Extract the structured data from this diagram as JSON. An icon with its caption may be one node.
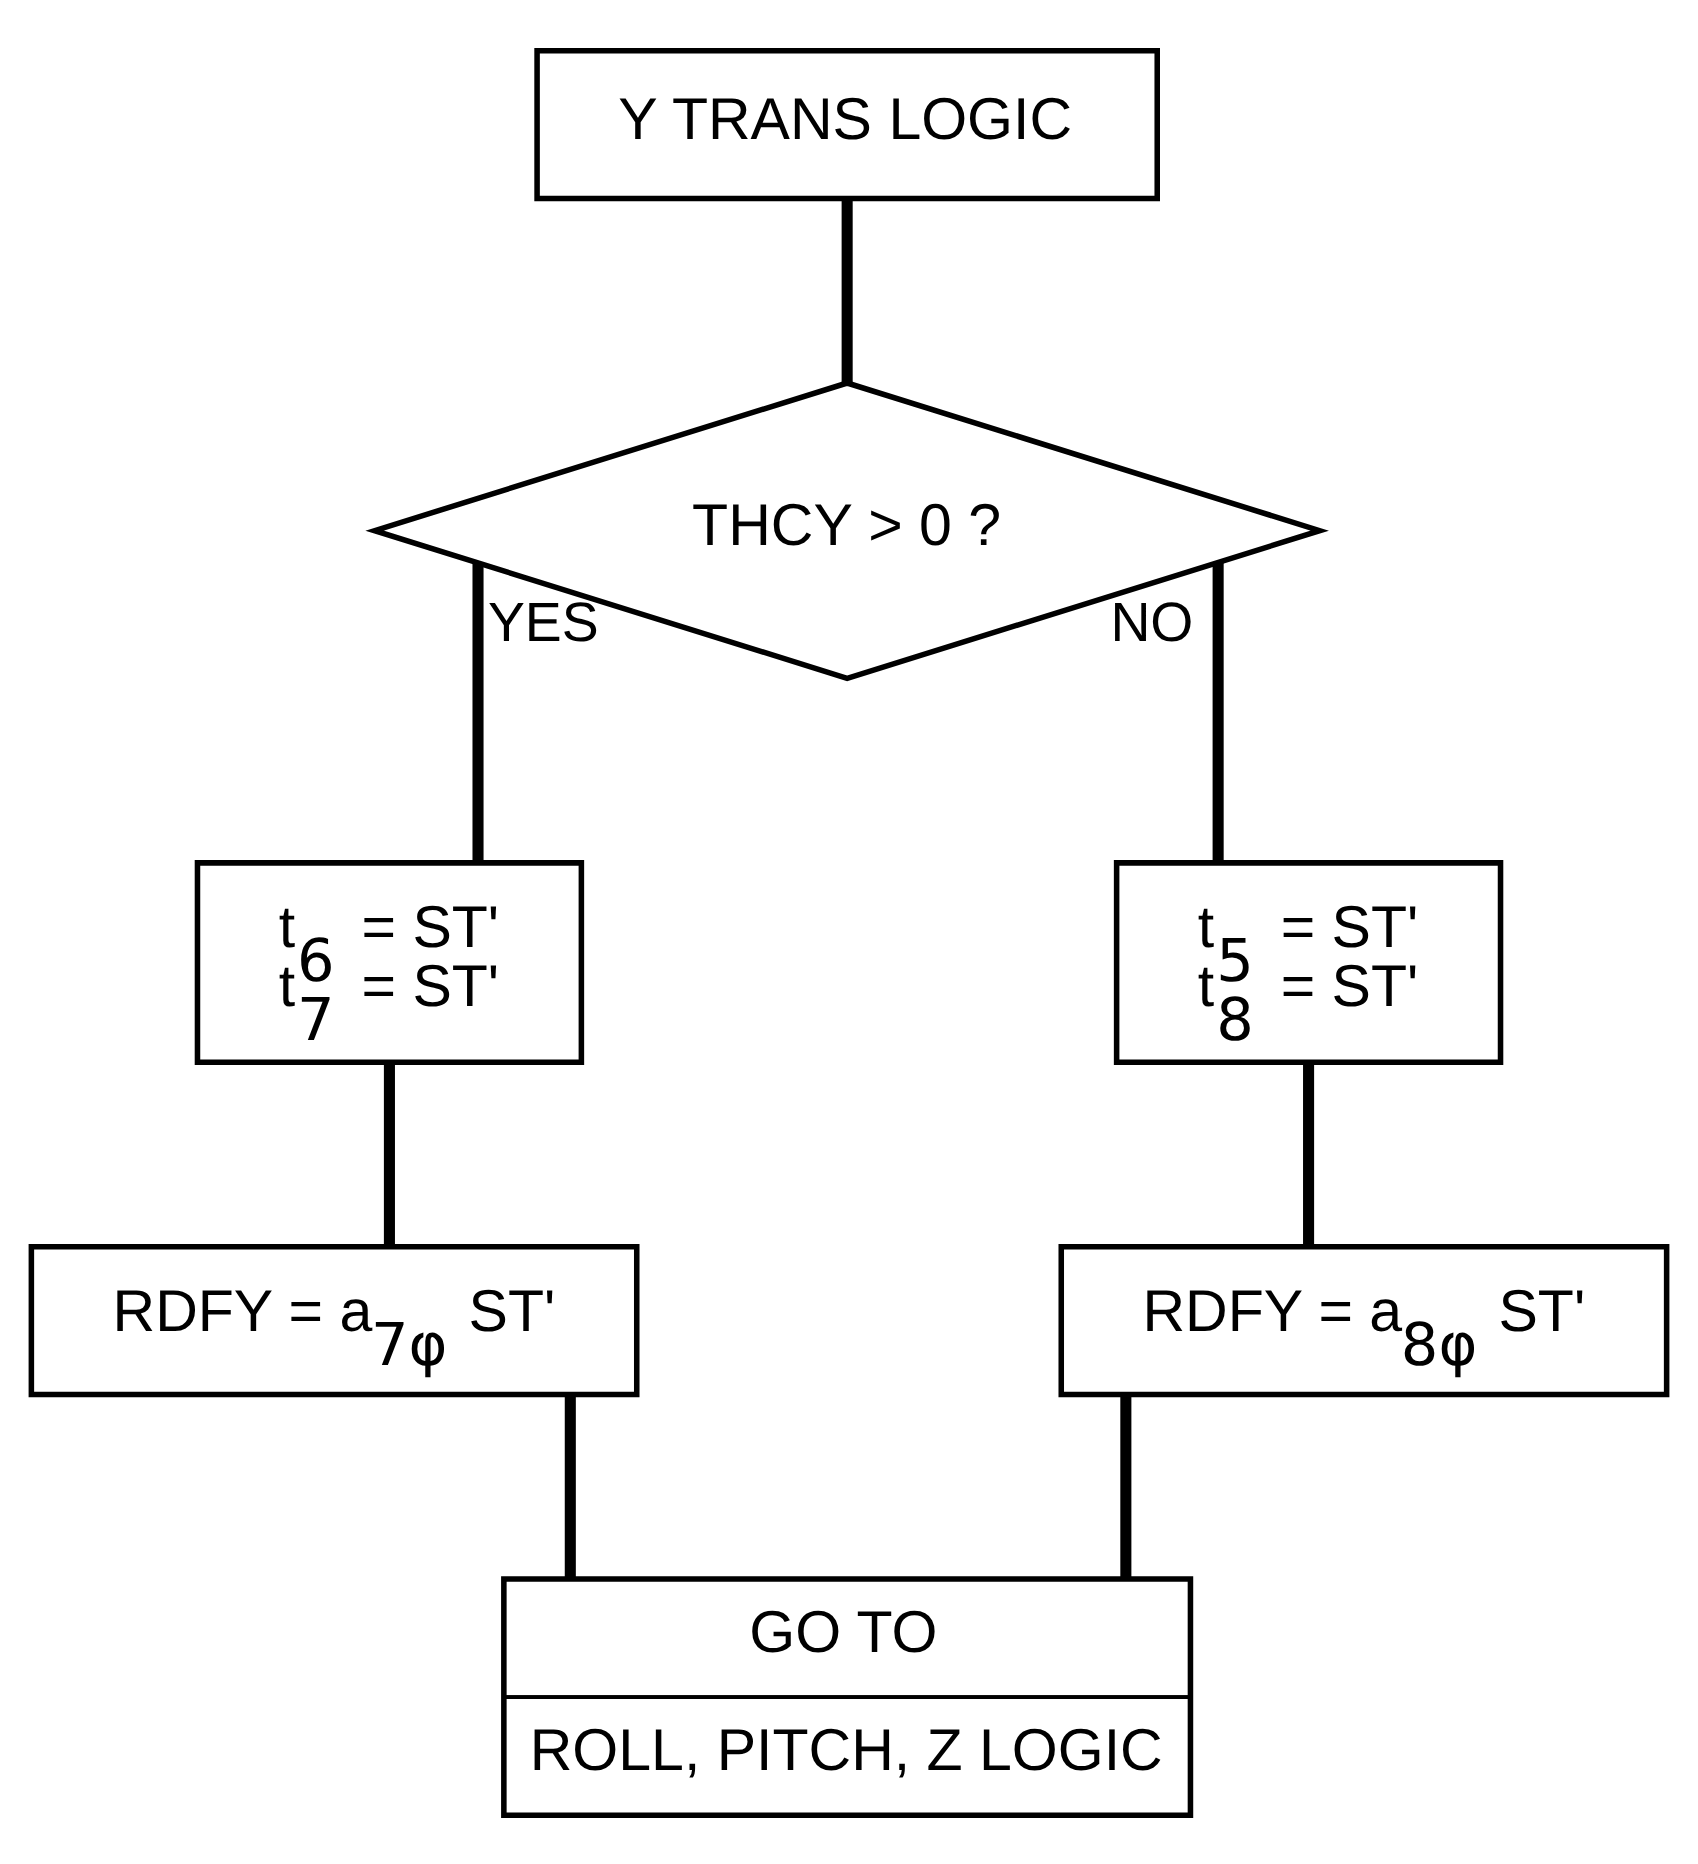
{
  "diagram": {
    "nodes": [
      {
        "text": [
          "Y TRANS LOGIC"
        ]
      },
      {
        "text": [
          "THCY > 0 ?"
        ]
      },
      {
        "text": [
          "t$_{6}$ = ST'",
          "t$_{7}$ = ST'"
        ]
      },
      {
        "text": [
          "t$_{5}$ = ST'",
          "t$_{8}$ = ST'"
        ]
      },
      {
        "text": [
          "RDFY = a$_{7φ}$ ST'"
        ]
      },
      {
        "text": [
          "RDFY = a$_{8φ}$ ST'"
        ]
      },
      {
        "text": [
          "GO TO",
          "ROLL, PITCH, Z LOGIC"
        ]
      }
    ],
    "edges": [
      {
        "from": 0,
        "to": 1,
        "arrow": "none"
      },
      {
        "from": 1,
        "to": 2,
        "arrow": "none",
        "label": "YES"
      },
      {
        "from": 1,
        "to": 3,
        "arrow": "none",
        "label": "NO"
      },
      {
        "from": 2,
        "to": 4,
        "arrow": "none"
      },
      {
        "from": 3,
        "to": 5,
        "arrow": "none"
      },
      {
        "from": 4,
        "to": 6,
        "arrow": "none"
      },
      {
        "from": 5,
        "to": 6,
        "arrow": "none"
      }
    ]
  }
}
